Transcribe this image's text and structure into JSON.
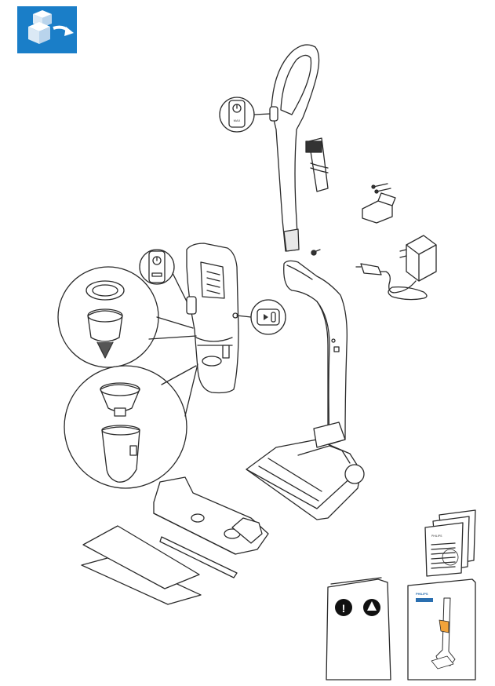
{
  "manual": {
    "icon_unbox": "unbox-icon",
    "brand_text_leaflet": "PHILIPS",
    "brand_text_manual": "PHILIPS",
    "power_symbol": "I",
    "max_label": "MAX",
    "battery_symbol": "▮▮▮",
    "play_symbol": "▶",
    "warning_symbol": "!",
    "colors": {
      "badge": "#1a7ec8",
      "line": "#2a2a2a",
      "accent_blue": "#2a6fb0"
    }
  }
}
